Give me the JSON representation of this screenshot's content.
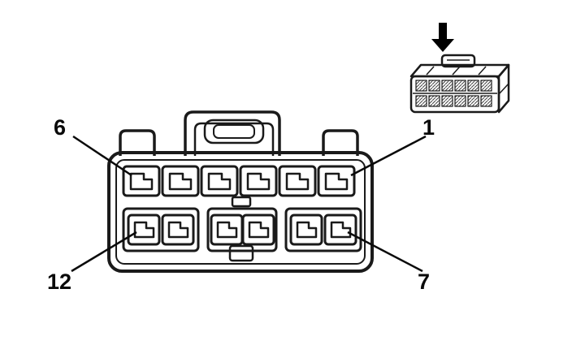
{
  "figure": {
    "pin_labels": {
      "top_left": "6",
      "top_right": "1",
      "bottom_left": "12",
      "bottom_right": "7"
    }
  },
  "icons": {
    "insertion_arrow": "down-arrow-icon"
  },
  "colors": {
    "line": "#1a1a1a",
    "background": "#ffffff"
  }
}
